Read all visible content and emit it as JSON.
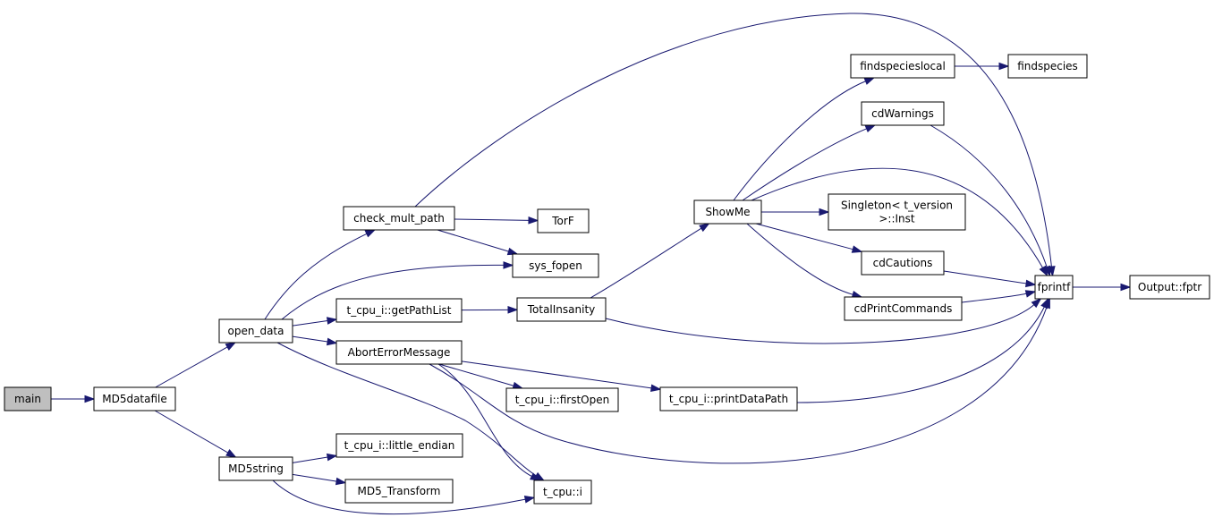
{
  "diagram": {
    "nodes": [
      {
        "id": "main",
        "lines": [
          "main"
        ],
        "root": true
      },
      {
        "id": "md5datafile",
        "lines": [
          "MD5datafile"
        ]
      },
      {
        "id": "open_data",
        "lines": [
          "open_data"
        ]
      },
      {
        "id": "md5string",
        "lines": [
          "MD5string"
        ]
      },
      {
        "id": "check_mult_path",
        "lines": [
          "check_mult_path"
        ]
      },
      {
        "id": "getpathlist",
        "lines": [
          "t_cpu_i::getPathList"
        ]
      },
      {
        "id": "aborterrormessage",
        "lines": [
          "AbortErrorMessage"
        ]
      },
      {
        "id": "little_endian",
        "lines": [
          "t_cpu_i::little_endian"
        ]
      },
      {
        "id": "md5_transform",
        "lines": [
          "MD5_Transform"
        ]
      },
      {
        "id": "torf",
        "lines": [
          "TorF"
        ]
      },
      {
        "id": "sys_fopen",
        "lines": [
          "sys_fopen"
        ]
      },
      {
        "id": "totalinsanity",
        "lines": [
          "TotalInsanity"
        ]
      },
      {
        "id": "firstopen",
        "lines": [
          "t_cpu_i::firstOpen"
        ]
      },
      {
        "id": "t_cpu_i_fn",
        "lines": [
          "t_cpu::i"
        ]
      },
      {
        "id": "showme",
        "lines": [
          "ShowMe"
        ]
      },
      {
        "id": "printdatapath",
        "lines": [
          "t_cpu_i::printDataPath"
        ]
      },
      {
        "id": "findspecieslocal",
        "lines": [
          "findspecieslocal"
        ]
      },
      {
        "id": "cdwarnings",
        "lines": [
          "cdWarnings"
        ]
      },
      {
        "id": "singleton",
        "lines": [
          "Singleton< t_version",
          ">::Inst"
        ]
      },
      {
        "id": "cdcautions",
        "lines": [
          "cdCautions"
        ]
      },
      {
        "id": "cdprintcommands",
        "lines": [
          "cdPrintCommands"
        ]
      },
      {
        "id": "findspecies",
        "lines": [
          "findspecies"
        ]
      },
      {
        "id": "fprintf",
        "lines": [
          "fprintf"
        ]
      },
      {
        "id": "output_fptr",
        "lines": [
          "Output::fptr"
        ]
      }
    ],
    "edges": [
      {
        "from": "main",
        "to": "md5datafile"
      },
      {
        "from": "md5datafile",
        "to": "open_data"
      },
      {
        "from": "md5datafile",
        "to": "md5string"
      },
      {
        "from": "open_data",
        "to": "check_mult_path"
      },
      {
        "from": "open_data",
        "to": "sys_fopen"
      },
      {
        "from": "open_data",
        "to": "getpathlist"
      },
      {
        "from": "open_data",
        "to": "aborterrormessage"
      },
      {
        "from": "open_data",
        "to": "t_cpu_i_fn"
      },
      {
        "from": "check_mult_path",
        "to": "torf"
      },
      {
        "from": "check_mult_path",
        "to": "sys_fopen"
      },
      {
        "from": "check_mult_path",
        "to": "fprintf"
      },
      {
        "from": "getpathlist",
        "to": "totalinsanity"
      },
      {
        "from": "totalinsanity",
        "to": "showme"
      },
      {
        "from": "totalinsanity",
        "to": "fprintf"
      },
      {
        "from": "aborterrormessage",
        "to": "firstopen"
      },
      {
        "from": "aborterrormessage",
        "to": "printdatapath"
      },
      {
        "from": "aborterrormessage",
        "to": "t_cpu_i_fn"
      },
      {
        "from": "aborterrormessage",
        "to": "fprintf"
      },
      {
        "from": "md5string",
        "to": "little_endian"
      },
      {
        "from": "md5string",
        "to": "md5_transform"
      },
      {
        "from": "md5string",
        "to": "t_cpu_i_fn"
      },
      {
        "from": "showme",
        "to": "findspecieslocal"
      },
      {
        "from": "showme",
        "to": "cdwarnings"
      },
      {
        "from": "showme",
        "to": "fprintf"
      },
      {
        "from": "showme",
        "to": "singleton"
      },
      {
        "from": "showme",
        "to": "cdcautions"
      },
      {
        "from": "showme",
        "to": "cdprintcommands"
      },
      {
        "from": "findspecieslocal",
        "to": "findspecies"
      },
      {
        "from": "cdwarnings",
        "to": "fprintf"
      },
      {
        "from": "cdcautions",
        "to": "fprintf"
      },
      {
        "from": "cdprintcommands",
        "to": "fprintf"
      },
      {
        "from": "printdatapath",
        "to": "fprintf"
      },
      {
        "from": "fprintf",
        "to": "output_fptr"
      }
    ],
    "colors": {
      "edge": "#191970",
      "node_border": "#000000",
      "root_fill": "#bfbfbf",
      "node_fill": "#ffffff"
    }
  }
}
